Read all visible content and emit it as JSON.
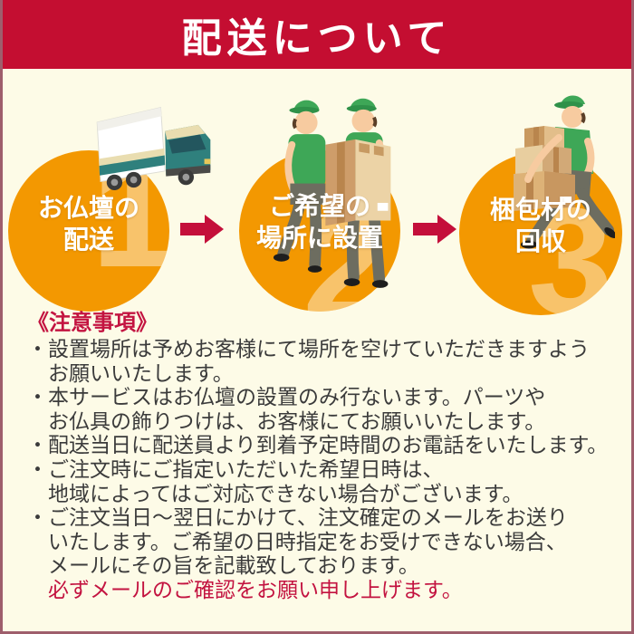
{
  "header": {
    "title": "配送について"
  },
  "steps": [
    {
      "number": "1",
      "label_lines": [
        "お仏壇の",
        "配送"
      ],
      "illustration": "delivery-truck"
    },
    {
      "number": "2",
      "label_lines": [
        "ご希望の",
        "場所に設置"
      ],
      "illustration": "two-movers-carrying-box"
    },
    {
      "number": "3",
      "label_lines": [
        "梱包材の",
        "回収"
      ],
      "illustration": "mover-collecting-packing-boxes"
    }
  ],
  "notes": {
    "heading": "《注意事項》",
    "lines": [
      {
        "text": "・設置場所は予めお客様にて場所を空けていただきますよう"
      },
      {
        "text": "お願いいたします。"
      },
      {
        "text": "・本サービスはお仏壇の設置のみ行ないます。パーツや"
      },
      {
        "text": "お仏具の飾りつけは、お客様にてお願いいたします。"
      },
      {
        "text": "・配送当日に配送員より到着予定時間のお電話をいたします。"
      },
      {
        "text": "・ご注文時にご指定いただいた希望日時は、"
      },
      {
        "text": "地域によってはご対応できない場合がございます。"
      },
      {
        "text": "・ご注文当日～翌日にかけて、注文確定のメールをお送り"
      },
      {
        "text": "いたします。ご希望の日時指定をお受けできない場合、"
      },
      {
        "text": "メールにその旨を記載致しております。"
      },
      {
        "text": "必ずメールのご確認をお願い申し上げます。"
      }
    ]
  },
  "colors": {
    "header_bg": "#C40E31",
    "accent_red": "#C31340",
    "circle_orange": "#F39801",
    "page_bg": "#FDFBE7",
    "frame_border": "#9E5E6C",
    "text_dark": "#3B3B3B",
    "text_white": "#FFFFFF"
  }
}
